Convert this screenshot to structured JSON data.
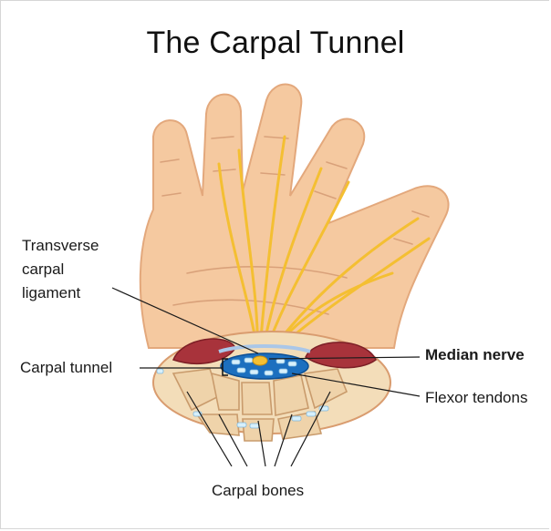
{
  "title": "The Carpal Tunnel",
  "labels": {
    "transverse_line1": "Transverse",
    "transverse_line2": "carpal",
    "transverse_line3": "ligament",
    "carpal_tunnel": "Carpal tunnel",
    "median_nerve": "Median nerve",
    "flexor_tendons": "Flexor tendons",
    "carpal_bones": "Carpal bones"
  },
  "colors": {
    "skin": "#f5c9a0",
    "skin_outline": "#e3a87c",
    "nerve": "#f4bf32",
    "muscle": "#a8333b",
    "bone": "#f3ddb9",
    "tunnel": "#1c6fbf",
    "tendon": "#d7f0fb"
  }
}
